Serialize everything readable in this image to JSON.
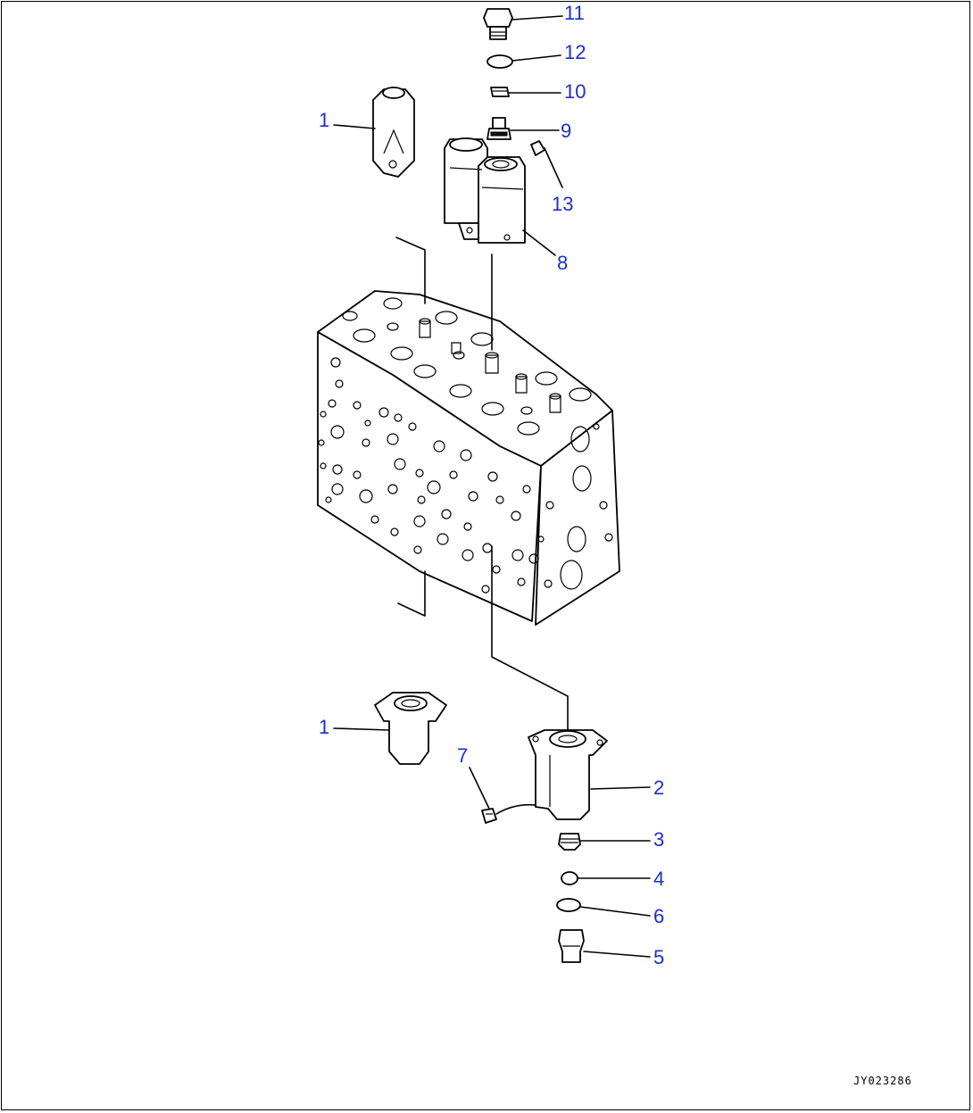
{
  "diagram": {
    "callouts": {
      "c11": "11",
      "c12": "12",
      "c10": "10",
      "c9": "9",
      "c13": "13",
      "c8": "8",
      "c1_top": "1",
      "c1_bottom": "1",
      "c7": "7",
      "c2": "2",
      "c3": "3",
      "c4": "4",
      "c6": "6",
      "c5": "5"
    },
    "drawing_code": "JY023286",
    "colors": {
      "callout": "#1d2fc9",
      "line": "#000000",
      "background": "#ffffff"
    }
  }
}
